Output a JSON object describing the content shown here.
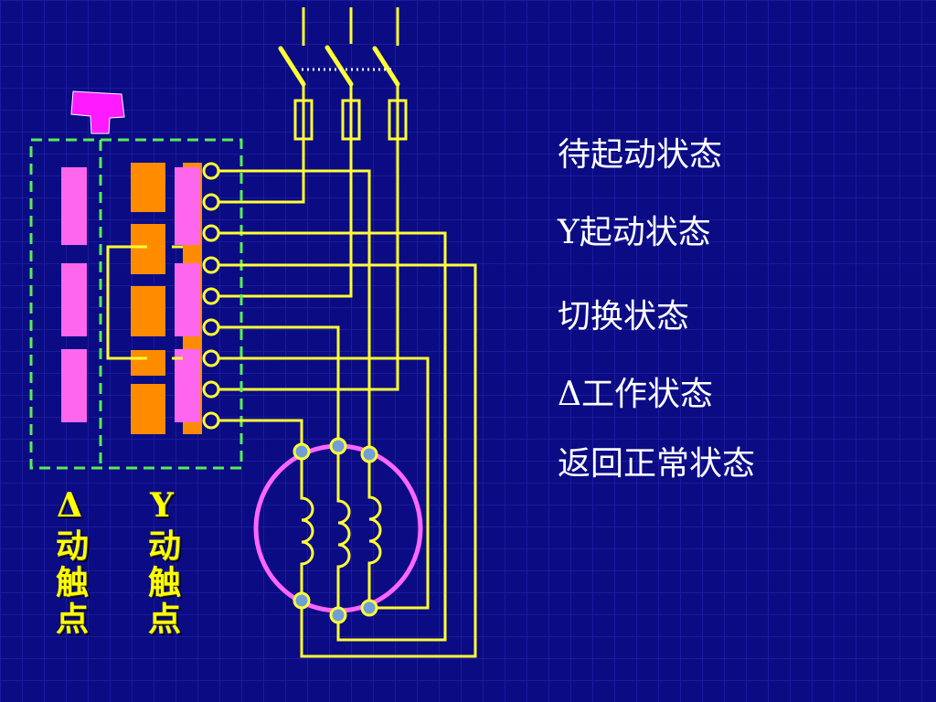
{
  "states": [
    "待起动状态",
    "Y起动状态",
    "切换状态",
    "Δ工作状态",
    "返回正常状态"
  ],
  "contact_labels": {
    "delta": "Δ动触点",
    "star": "Y动触点"
  },
  "colors": {
    "background": "#0b0b84",
    "grid": "#1a1a9c",
    "wire": "#ffff33",
    "contact-pink": "#ff66ee",
    "contact-orange": "#ff8c00",
    "pointer": "#ff1aff",
    "frame": "#55ee55",
    "motor-ring": "#ff66ff",
    "terminal-dot": "#6f9fd8",
    "link-dot": "#ffffff",
    "state-text": "#ffffff",
    "label-text": "#ffff00"
  }
}
